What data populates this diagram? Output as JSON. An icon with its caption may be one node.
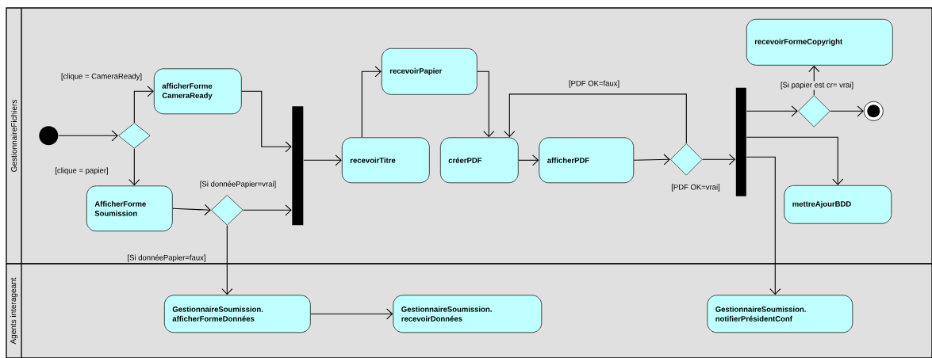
{
  "diagram": {
    "nodes": [
      {
        "text": [
          "GestionnaireFichiers"
        ]
      },
      {
        "text": [
          "Agents interageant"
        ]
      },
      {
        "text": [],
        "shape": "circle",
        "in": 0
      },
      {
        "text": [],
        "shape": "diamond",
        "in": 0
      },
      {
        "text": [
          "afficherForme CameraReady"
        ],
        "in": 0
      },
      {
        "text": [
          "AfficherForme Soumission"
        ],
        "in": 0
      },
      {
        "text": [],
        "shape": "diamond",
        "in": 0
      },
      {
        "text": [],
        "shape": "bar",
        "in": 0
      },
      {
        "text": [
          "recevoirTitre"
        ],
        "in": 0
      },
      {
        "text": [
          "recevoirPapier"
        ],
        "in": 0
      },
      {
        "text": [
          "créerPDF"
        ],
        "in": 0
      },
      {
        "text": [
          "afficherPDF"
        ],
        "in": 0
      },
      {
        "text": [],
        "shape": "diamond",
        "in": 0
      },
      {
        "text": [],
        "shape": "bar",
        "in": 0
      },
      {
        "text": [],
        "shape": "diamond",
        "in": 0
      },
      {
        "text": [],
        "shape": "bullseye",
        "in": 0
      },
      {
        "text": [
          "recevoirFormeCopyright"
        ],
        "in": 0
      },
      {
        "text": [
          "mettreAjourBDD"
        ],
        "in": 0
      },
      {
        "text": [
          "GestionnaireSoumission. afficherFormeDonnées"
        ],
        "in": 1
      },
      {
        "text": [
          "GestionnaireSoumission. recevoirDonnées"
        ],
        "in": 1
      },
      {
        "text": [
          "GestionnaireSoumission. notifierPrésidentConf"
        ],
        "in": 1
      }
    ],
    "edges": [
      {
        "from": 2,
        "to": 3,
        "arrow": "to"
      },
      {
        "from": 3,
        "to": 4,
        "arrow": "to",
        "label": "[clique = CameraReady]"
      },
      {
        "from": 3,
        "to": 5,
        "arrow": "to",
        "label": "[clique = papier]"
      },
      {
        "from": 4,
        "to": 7,
        "arrow": "to"
      },
      {
        "from": 5,
        "to": 6,
        "arrow": "to"
      },
      {
        "from": 6,
        "to": 7,
        "arrow": "to",
        "label": "[Si donnéePapier=vrai]"
      },
      {
        "from": 6,
        "to": 18,
        "arrow": "to",
        "label": "[Si donnéePapier=faux]"
      },
      {
        "from": 7,
        "to": 8,
        "arrow": "to"
      },
      {
        "from": 8,
        "to": 9,
        "arrow": "to"
      },
      {
        "from": 9,
        "to": 10,
        "arrow": "to"
      },
      {
        "from": 10,
        "to": 11,
        "arrow": "to"
      },
      {
        "from": 11,
        "to": 12,
        "arrow": "to"
      },
      {
        "from": 12,
        "to": 10,
        "arrow": "to",
        "label": "[PDF OK=faux]"
      },
      {
        "from": 12,
        "to": 13,
        "arrow": "to",
        "label": "[PDF OK=vrai]"
      },
      {
        "from": 13,
        "to": 14,
        "arrow": "to"
      },
      {
        "from": 14,
        "to": 16,
        "arrow": "to",
        "label": "[Si papier est cr= vrai]"
      },
      {
        "from": 14,
        "to": 15,
        "arrow": "to"
      },
      {
        "from": 13,
        "to": 17,
        "arrow": "to"
      },
      {
        "from": 13,
        "to": 20,
        "arrow": "to"
      },
      {
        "from": 18,
        "to": 19,
        "arrow": "to"
      }
    ]
  }
}
